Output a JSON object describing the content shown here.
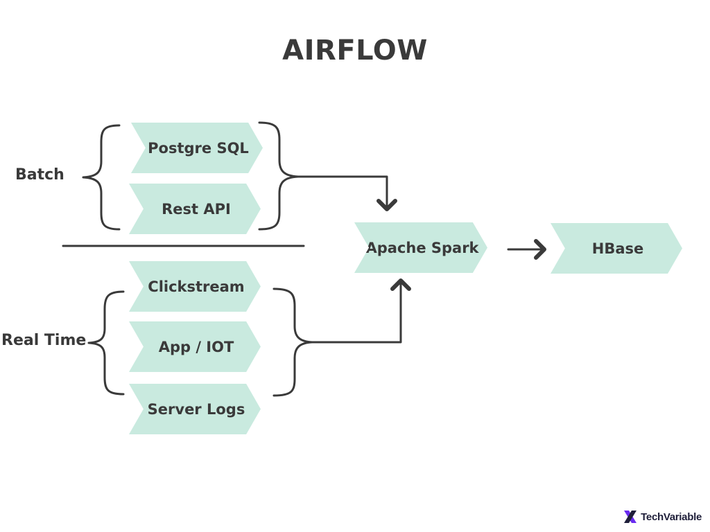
{
  "title": "AIRFLOW",
  "groups": {
    "batch": {
      "label": "Batch",
      "sources": [
        "Postgre SQL",
        "Rest API"
      ]
    },
    "real_time": {
      "label": "Real Time",
      "sources": [
        "Clickstream",
        "App / IOT",
        "Server Logs"
      ]
    }
  },
  "processor": "Apache Spark",
  "sink": "HBase",
  "brand": {
    "name": "TechVariable",
    "icon": "x-logo-icon"
  },
  "colors": {
    "chevron_fill": "#c9eadf",
    "line": "#3a3a3a",
    "text": "#3a3a3a",
    "brand_purple": "#6a2cf0",
    "brand_navy": "#1f1f3a"
  }
}
